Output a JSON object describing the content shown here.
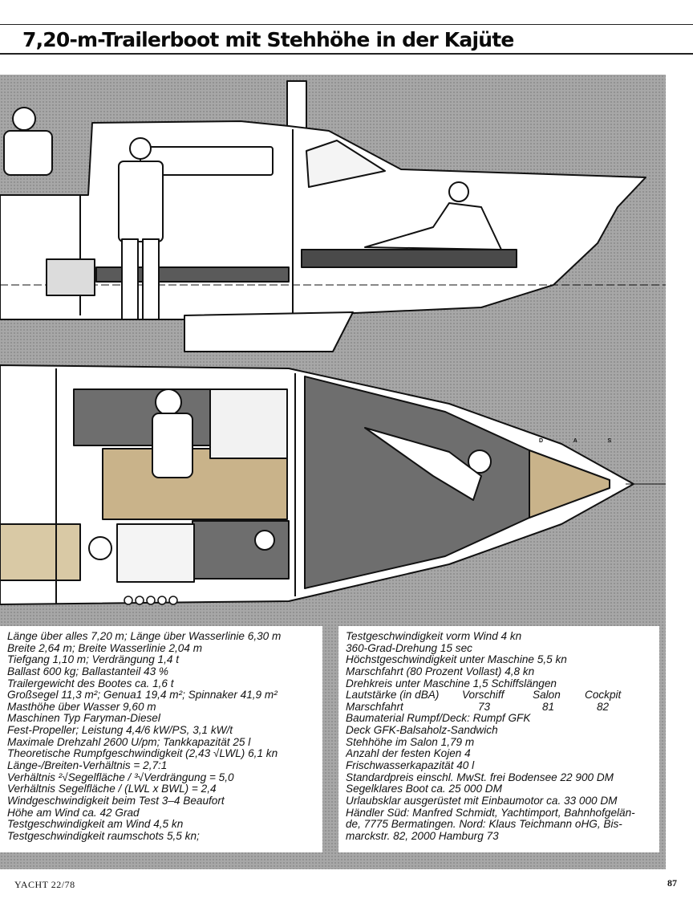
{
  "headline": "7,20-m-Trailerboot mit Stehhöhe in der Kajüte",
  "illustration": {
    "signature": "D A S",
    "labels": [
      "side-elevation-cutaway",
      "deck-plan-cutaway"
    ]
  },
  "specs_left": [
    {
      "text": "Länge über alles 7,20 m; Länge über Wasserlinie 6,30 m"
    },
    {
      "text": "Breite 2,64 m; Breite Wasserlinie 2,04 m"
    },
    {
      "text": "Tiefgang 1,10 m; Verdrängung 1,4 t"
    },
    {
      "text": "Ballast 600 kg; Ballastanteil 43 %"
    },
    {
      "text": "Trailergewicht des Bootes ca. 1,6 t"
    },
    {
      "text": "Großsegel 11,3 m²; Genua1 19,4 m²; Spinnaker 41,9 m²"
    },
    {
      "text": "Masthöhe über Wasser 9,60 m"
    },
    {
      "text": "Maschinen Typ Faryman-Diesel"
    },
    {
      "text": "Fest-Propeller; Leistung 4,4/6 kW/PS, 3,1 kW/t"
    },
    {
      "text": "Maximale Drehzahl 2600 U/pm; Tankkapazität 25 l"
    },
    {
      "text": "Theoretische Rumpfgeschwindigkeit (2,43 √LWL) 6,1 kn"
    },
    {
      "text": "Länge-/Breiten-Verhältnis = 2,7:1"
    },
    {
      "text": "Verhältnis ²√Segelfläche / ³√Verdrängung = 5,0"
    },
    {
      "text": "Verhältnis Segelfläche / (LWL x BWL) = 2,4"
    },
    {
      "text": "Windgeschwindigkeit beim Test 3–4 Beaufort"
    },
    {
      "text": "Höhe am Wind ca. 42 Grad"
    },
    {
      "text": "Testgeschwindigkeit am Wind 4,5 kn"
    },
    {
      "text": "Testgeschwindigkeit raumschots 5,5 kn;"
    }
  ],
  "specs_right": {
    "lines_before_table": [
      "Testgeschwindigkeit vorm Wind 4 kn",
      "360-Grad-Drehung 15 sec",
      "Höchstgeschwindigkeit unter Maschine 5,5 kn",
      "Marschfahrt (80 Prozent Vollast) 4,8 kn",
      "Drehkreis unter Maschine 1,5 Schiffslängen"
    ],
    "noise_table": {
      "header": [
        "Lautstärke (in dBA)",
        "Vorschiff",
        "Salon",
        "Cockpit"
      ],
      "row": [
        "Marschfahrt",
        "73",
        "81",
        "82"
      ]
    },
    "lines_after_table": [
      "Baumaterial Rumpf/Deck: Rumpf GFK",
      "Deck GFK-Balsaholz-Sandwich",
      "Stehhöhe im Salon 1,79 m",
      "Anzahl der festen Kojen 4",
      "Frischwasserkapazität 40 l",
      "Standardpreis einschl. MwSt. frei Bodensee 22 900 DM",
      "Segelklares Boot ca. 25 000 DM",
      "Urlaubsklar ausgerüstet mit Einbaumotor ca. 33 000 DM",
      "Händler Süd: Manfred Schmidt, Yachtimport, Bahnhofgelän-",
      "de, 7775 Bermatingen. Nord: Klaus Teichmann oHG, Bis-",
      "marckstr. 82, 2000 Hamburg 73"
    ]
  },
  "footer": {
    "left": "YACHT  22/78",
    "right": "87"
  }
}
